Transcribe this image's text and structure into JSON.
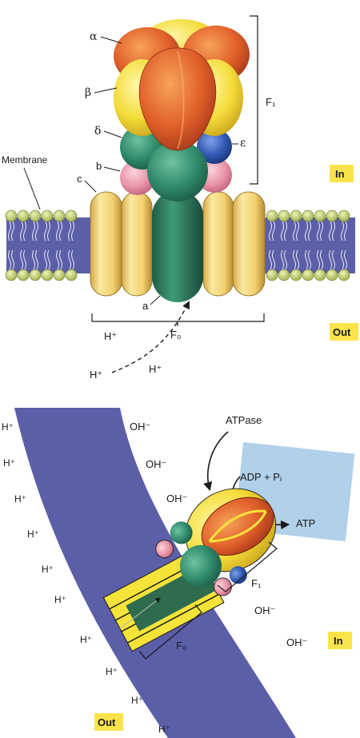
{
  "top": {
    "labels": {
      "alpha": "α",
      "beta": "β",
      "delta": "δ",
      "epsilon": "ε",
      "b": "b",
      "c": "c",
      "a": "a",
      "membrane": "Membrane",
      "f1": "F₁",
      "f0": "F₀",
      "h_plus": "H⁺",
      "in_tag": "In",
      "out_tag": "Out"
    }
  },
  "bottom": {
    "labels": {
      "atpase": "ATPase",
      "adp_pi": "ADP + Pᵢ",
      "atp": "ATP",
      "oh_minus": "OH⁻",
      "h_plus": "H⁺",
      "f1": "F₁",
      "f0": "F₀",
      "in_tag": "In",
      "out_tag": "Out"
    }
  },
  "colors": {
    "membrane_blue": "#5b5fa8",
    "head_yellow": "#f2dc3c",
    "alpha_orange": "#e0602a",
    "beta_yellow": "#f4e04a",
    "stalk_green": "#2e7d5e",
    "delta_green": "#2f8a6b",
    "epsilon_blue": "#2f57b0",
    "b_pink": "#e994a8",
    "c_yellow": "#f0d880",
    "tag_yellow": "#fbe44b",
    "phosphate_green": "#c9d67a",
    "adp_box": "#a9cbe8"
  }
}
